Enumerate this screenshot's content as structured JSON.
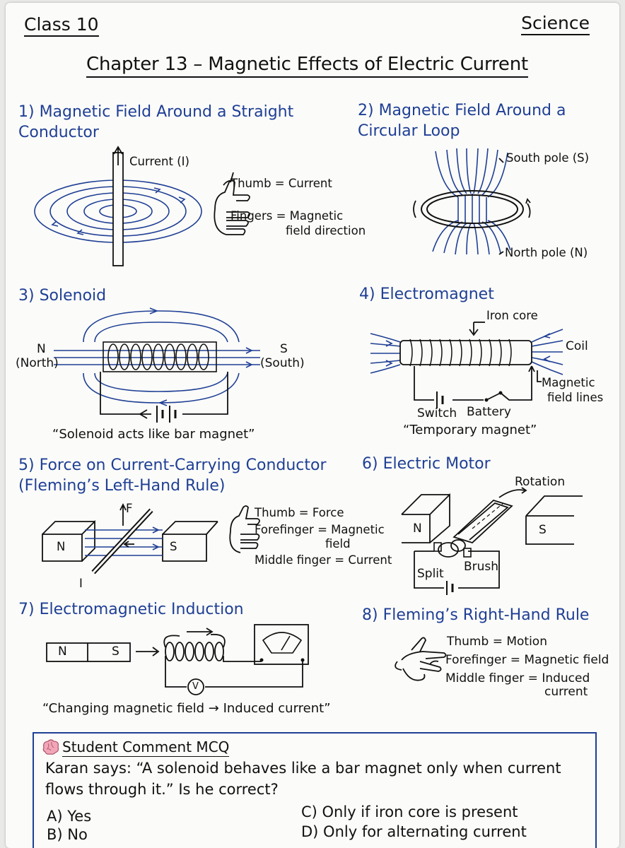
{
  "header": {
    "class_label": "Class 10",
    "subject_label": "Science",
    "chapter_title": "Chapter 13 – Magnetic Effects of Electric Current"
  },
  "sections": [
    {
      "title": "1) Magnetic Field Around a Straight\nConductor",
      "labels": {
        "current": "Current (I)",
        "thumb": "Thumb = Current",
        "fingers": "Fingers = Magnetic",
        "fingers_cont": "field direction"
      }
    },
    {
      "title": "2) Magnetic Field Around a\nCircular Loop",
      "labels": {
        "south": "South pole (S)",
        "north": "North pole (N)"
      }
    },
    {
      "title": "3) Solenoid",
      "labels": {
        "n": "N",
        "north": "(North)",
        "s": "S",
        "south": "(South)"
      },
      "quote": "“Solenoid acts like bar magnet”"
    },
    {
      "title": "4) Electromagnet",
      "labels": {
        "iron_core": "Iron core",
        "coil": "Coil",
        "magnetic": "Magnetic",
        "field_lines": "field lines",
        "switch": "Switch",
        "battery": "Battery"
      },
      "quote": "“Temporary magnet”"
    },
    {
      "title": "5) Force on Current-Carrying Conductor\n(Fleming’s Left-Hand Rule)",
      "labels": {
        "f": "F",
        "n": "N",
        "s": "S",
        "i": "I",
        "thumb": "Thumb = Force",
        "forefinger": "Forefinger = Magnetic",
        "forefinger_cont": "field",
        "middle": "Middle finger = Current"
      }
    },
    {
      "title": "6) Electric Motor",
      "labels": {
        "rotation": "Rotation",
        "n": "N",
        "s": "S",
        "split": "Split",
        "brush": "Brush"
      }
    },
    {
      "title": "7) Electromagnetic Induction",
      "labels": {
        "n": "N",
        "s": "S",
        "v": "V"
      },
      "quote": "“Changing magnetic field → Induced current”"
    },
    {
      "title": "8) Fleming’s Right-Hand Rule",
      "labels": {
        "thumb": "Thumb = Motion",
        "forefinger": "Forefinger = Magnetic field",
        "middle": "Middle finger = Induced",
        "middle_cont": "current"
      }
    }
  ],
  "mcq": {
    "icon": "brain-icon",
    "title": "Student Comment MCQ",
    "question": "Karan says: “A solenoid behaves like a bar magnet only when current\nflows through it.” Is he correct?",
    "options": [
      "A) Yes",
      "B) No",
      "C) Only if iron core is present",
      "D) Only for alternating current"
    ]
  },
  "colors": {
    "accent": "#1f3f95",
    "ink": "#111111",
    "paper": "#fbfbf9"
  }
}
